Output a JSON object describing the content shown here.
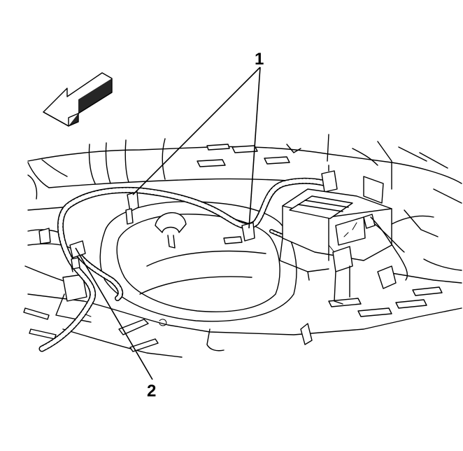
{
  "callouts": [
    {
      "id": "1",
      "label": "1"
    },
    {
      "id": "2",
      "label": "2"
    }
  ],
  "icons": {
    "direction_arrow": "forward-direction-arrow-icon"
  },
  "colors": {
    "ink": "#000000",
    "paper": "#ffffff"
  }
}
